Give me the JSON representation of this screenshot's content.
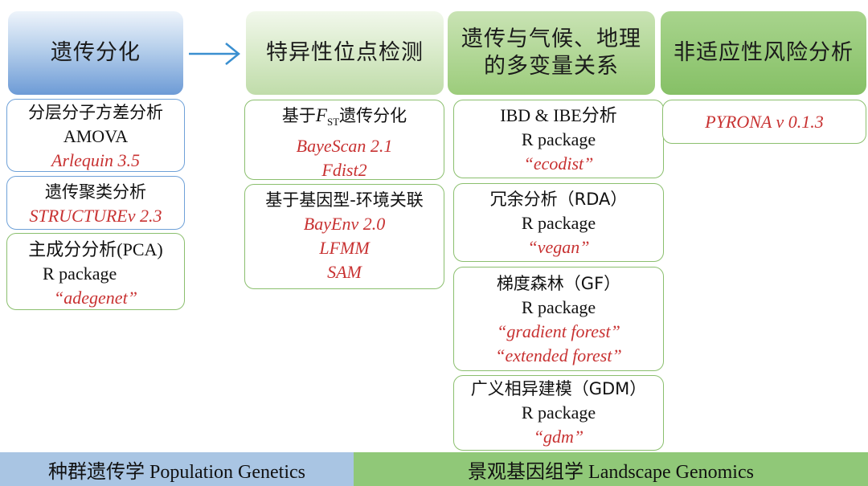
{
  "headers": {
    "h1": "遗传分化",
    "h2": "特异性位点检测",
    "h3_line1": "遗传与气候、地理",
    "h3_line2": "的多变量关系",
    "h4": "非适应性风险分析"
  },
  "col1": {
    "amova": {
      "title": "分层分子方差分析",
      "sub": "AMOVA",
      "tool": "Arlequin 3.5"
    },
    "structure": {
      "title": "遗传聚类分析",
      "tool": "STRUCTUREv 2.3"
    },
    "pca": {
      "title": "主成分分析(PCA)",
      "sub": "R package",
      "tool": "“adegenet”"
    }
  },
  "col2": {
    "fst": {
      "title_pre": "基于",
      "title_F": "F",
      "title_sub": "ST",
      "title_post": "遗传分化",
      "tool1": "BayeScan 2.1",
      "tool2": "Fdist2"
    },
    "gea": {
      "title": "基于基因型-环境关联",
      "tool1": "BayEnv 2.0",
      "tool2": "LFMM",
      "tool3": "SAM"
    }
  },
  "col3": {
    "ibd": {
      "title": "IBD & IBE分析",
      "sub": "R package",
      "tool": "“ecodist”"
    },
    "rda": {
      "title": "冗余分析（RDA）",
      "sub": "R package",
      "tool": "“vegan”"
    },
    "gf": {
      "title": "梯度森林（GF）",
      "sub": "R package",
      "tool1": "“gradient forest”",
      "tool2": "“extended forest”"
    },
    "gdm": {
      "title": "广义相异建模（GDM）",
      "sub": "R package",
      "tool": "“gdm”"
    }
  },
  "col4": {
    "pyrona": "PYRONA v 0.1.3"
  },
  "footer": {
    "left": "种群遗传学 Population Genetics",
    "right": "景观基因组学 Landscape Genomics"
  },
  "colors": {
    "blue_header": "#6d9bd6",
    "green_header": "#86c066",
    "blue_border": "#6fa1d8",
    "green_border": "#8bbf6e",
    "tool_red": "#c83232",
    "arrow": "#3a8fd0",
    "footer_blue": "#a9c5e3",
    "footer_green": "#90c878"
  }
}
